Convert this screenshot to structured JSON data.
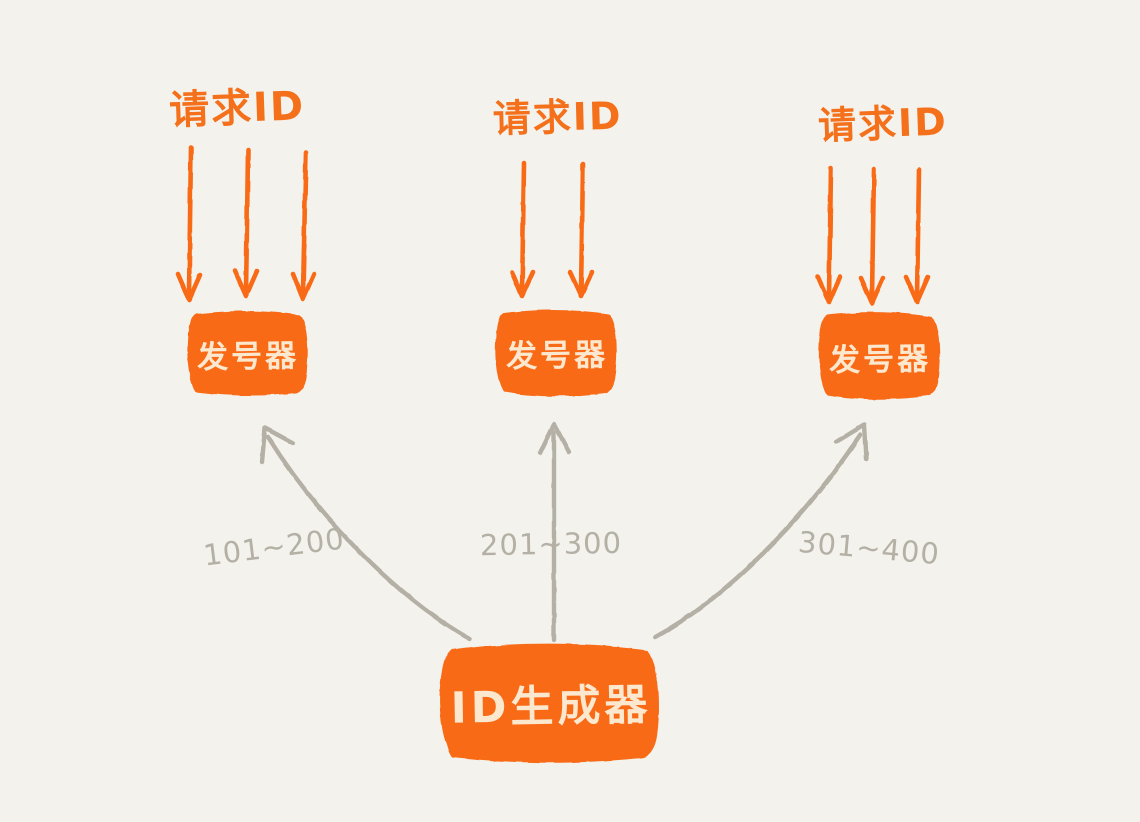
{
  "diagram": {
    "title_text": "请求ID",
    "background_color": "#f4f2ec",
    "accent_color": "#f96a14",
    "text_on_accent_color": "#fbe8cf",
    "arrow_gray_color": "#b4b0a5",
    "request_groups": [
      {
        "id": "left",
        "label": "请求ID",
        "arrow_count": 3
      },
      {
        "id": "middle",
        "label": "请求ID",
        "arrow_count": 2
      },
      {
        "id": "right",
        "label": "请求ID",
        "arrow_count": 3
      }
    ],
    "issuer_nodes": [
      {
        "id": "issuer-left",
        "label": "发号器"
      },
      {
        "id": "issuer-middle",
        "label": "发号器"
      },
      {
        "id": "issuer-right",
        "label": "发号器"
      }
    ],
    "generator_node": {
      "id": "id-generator",
      "label": "ID生成器"
    },
    "allocation_edges": [
      {
        "id": "edge-left",
        "label": "101~200",
        "from": "ID生成器",
        "to": "发号器"
      },
      {
        "id": "edge-middle",
        "label": "201~300",
        "from": "ID生成器",
        "to": "发号器"
      },
      {
        "id": "edge-right",
        "label": "301~400",
        "from": "ID生成器",
        "to": "发号器"
      }
    ]
  }
}
